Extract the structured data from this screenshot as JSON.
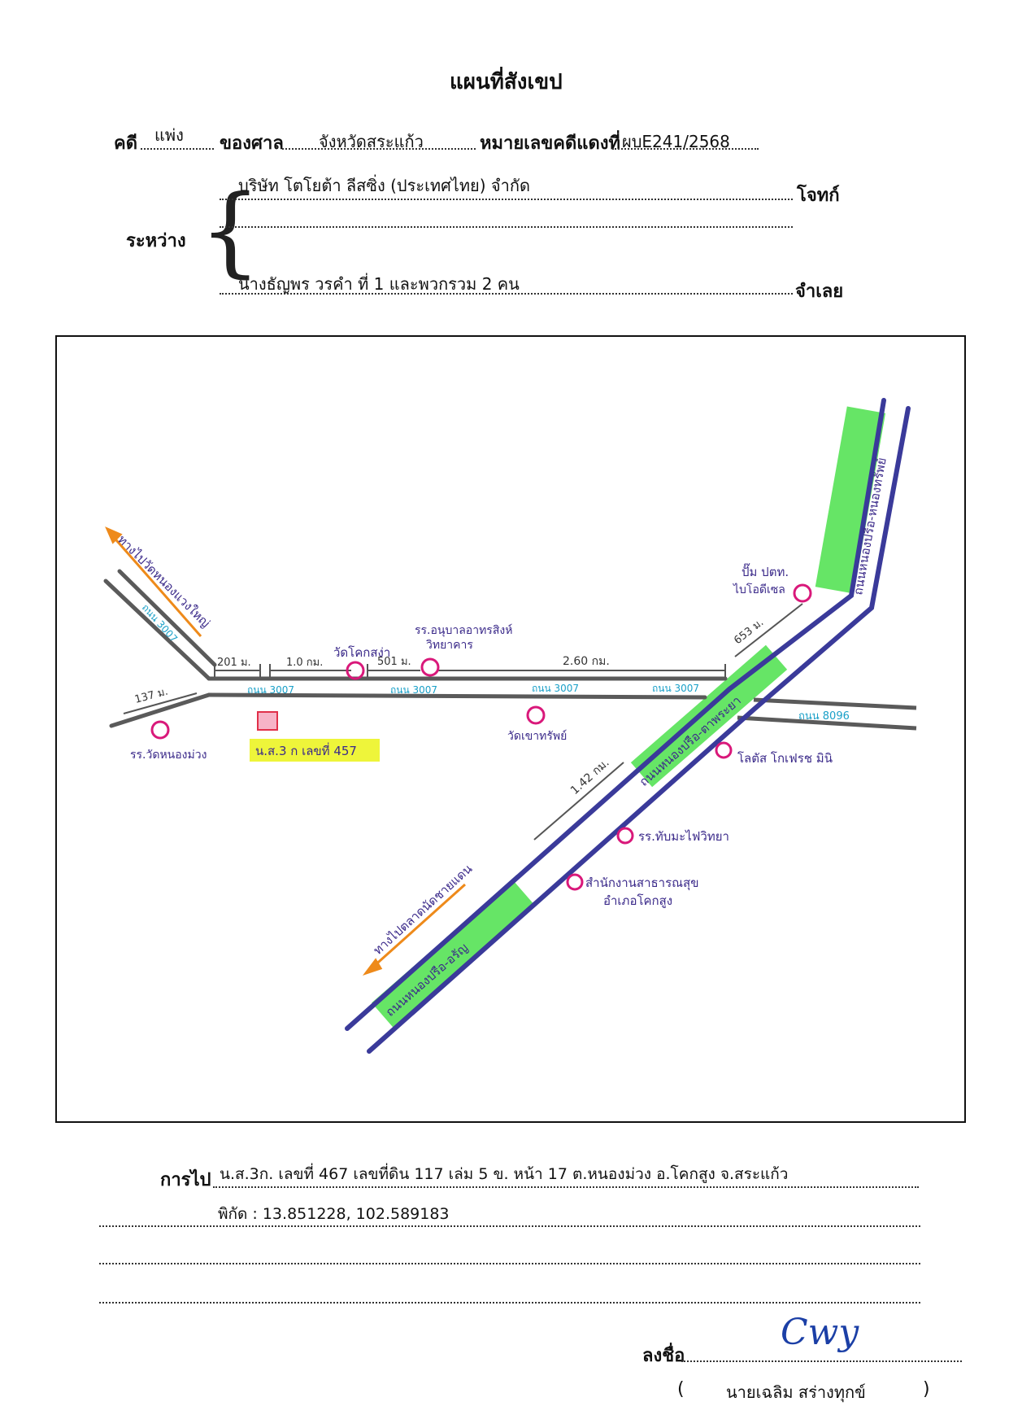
{
  "document": {
    "title": "แผนที่สังเขป",
    "case_label": "คดี",
    "case_value": "แพ่ง",
    "court_label": "ของศาล",
    "court_value": "จังหวัดสระแก้ว",
    "red_no_label": "หมายเลขคดีแดงที่",
    "red_no_value": "ผบE241/2568",
    "between_label": "ระหว่าง",
    "plaintiff_value": "บริษัท โตโยต้า ลีสซิ่ง (ประเทศไทย) จำกัด",
    "plaintiff_label": "โจทก์",
    "defendant_value": "นางธัญพร วรคำ ที่ 1 และพวกรวม 2 คน",
    "defendant_label": "จำเลย"
  },
  "map": {
    "to_wat": "ทางไปวัดหนองแวงใหญ่",
    "road_3007": "ถนน 3007",
    "road_8096": "ถนน 8096",
    "d_201": "201 ม.",
    "d_1_0": "1.0 กม.",
    "d_501": "501 ม.",
    "d_2_60": "2.60 กม.",
    "d_653": "653 ม.",
    "d_137": "137 ม.",
    "d_1_42": "1.42 กม.",
    "wat_khok_sa_nga": "วัดโคกสง่า",
    "school_anubal": "รร.อนุบาลอาทรสิงห์",
    "school_anubal_2": "วิทยาคาร",
    "school_nong_muang": "รร.วัดหนองม่วง",
    "wat_khao_sap": "วัดเขาทรัพย์",
    "property": "น.ส.3 ก เลขที่ 457",
    "ptt": "ปั๊ม ปตท.",
    "ptt_2": "ไบโอดีเซล",
    "lotus": "โลตัส โกเฟรช มินิ",
    "school_thai": "รร.ทับมะไฟวิทยา",
    "office": "สำนักงานสาธารณสุข",
    "office_2": "อำเภอโคกสูง",
    "to_market": "ทางไปตลาดนัดชายแดน",
    "hwy_north": "ถนนหนองปรือ-หนองทรัพย์",
    "hwy_mid": "ถนนหนองปรือ-ตาพระยา",
    "hwy_south": "ถนนหนองปรือ-อรัญ"
  },
  "footer": {
    "directions_label": "การไป",
    "directions_value": "น.ส.3ก. เลขที่ 467 เลขที่ดิน 117 เล่ม 5 ข. หน้า 17 ต.หนองม่วง อ.โคกสูง จ.สระแก้ว",
    "coords_value": "พิกัด : 13.851228, 102.589183",
    "sign_label": "ลงชื่อ",
    "signature_text": "Cwy",
    "signer_open": "(",
    "signer_name": "นายเฉลิม สร่างทุกข์",
    "signer_close": ")"
  },
  "colors": {
    "road_gray": "#5a5a5a",
    "highway_blue": "#3a3a9a",
    "highlight_green": "#4be04b",
    "highlight_yellow": "#eef53a",
    "marker_pink": "#d9187a",
    "arrow_orange": "#ee8a1a",
    "road_label_cyan": "#1aa0c8",
    "ink_purple": "#3b2a8a"
  }
}
